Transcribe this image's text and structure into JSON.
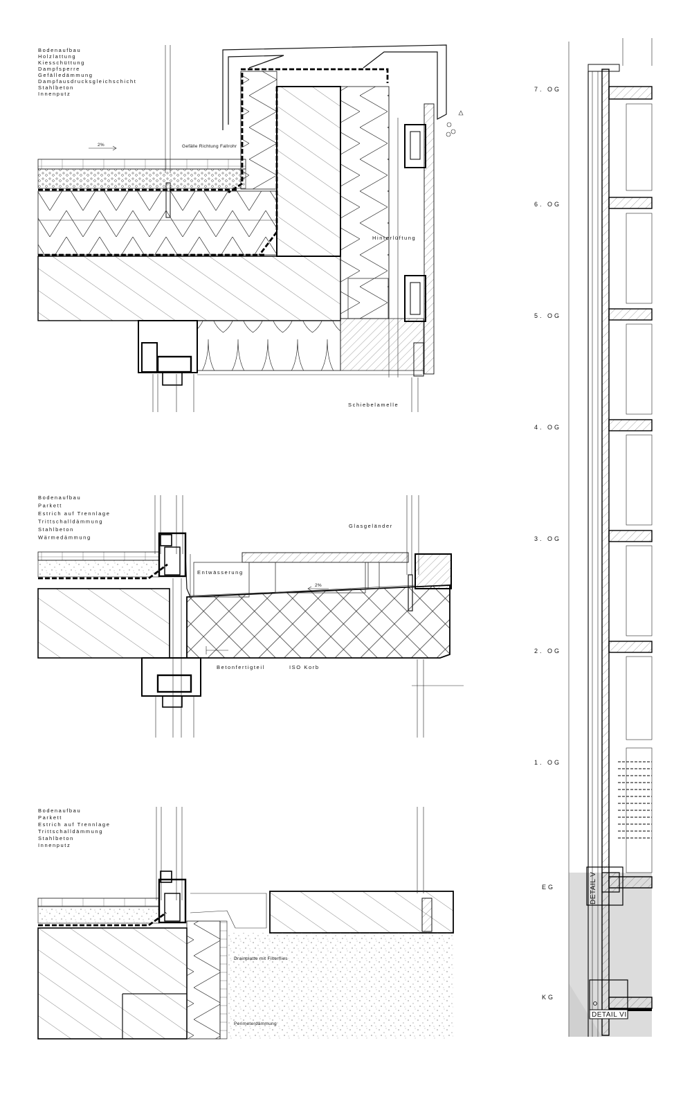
{
  "detail_top": {
    "buildup": [
      "Bodenaufbau",
      "Holzlattung",
      "Kiesschüttung",
      "Dampfsperre",
      "Gefälledämmung",
      "Dampfausdrucksgleichschicht",
      "Stahlbeton",
      "Innenputz"
    ],
    "slope": "2%",
    "drain_note": "Gefälle Richtung Fallrohr",
    "ventilation": "Hinterlüftung",
    "lamella": "Schiebelamelle"
  },
  "detail_middle": {
    "buildup": [
      "Bodenaufbau",
      "Parkett",
      "Estrich auf Trennlage",
      "Trittschalldämmung",
      "Stahlbeton",
      "Wärmedämmung"
    ],
    "railing": "Glasgeländer",
    "drainage": "Entwässerung",
    "slope": "2%",
    "precast": "Betonfertigteil",
    "iso": "ISO Korb"
  },
  "detail_bottom": {
    "buildup": [
      "Bodenaufbau",
      "Parkett",
      "Estrich auf Trennlage",
      "Trittschalldämmung",
      "Stahlbeton",
      "Innenputz"
    ],
    "drain_board": "Drainplatte mit Filterflies",
    "perimeter": "Perimeterdämmung"
  },
  "section": {
    "levels": [
      "7. OG",
      "6. OG",
      "5. OG",
      "4. OG",
      "3. OG",
      "2. OG",
      "1. OG",
      "EG",
      "KG"
    ],
    "detail_v": "DETAIL V",
    "detail_vi": "DETAIL VI"
  },
  "colors": {
    "line": "#000000",
    "ground": "#dcdcdc",
    "paper": "#ffffff"
  }
}
